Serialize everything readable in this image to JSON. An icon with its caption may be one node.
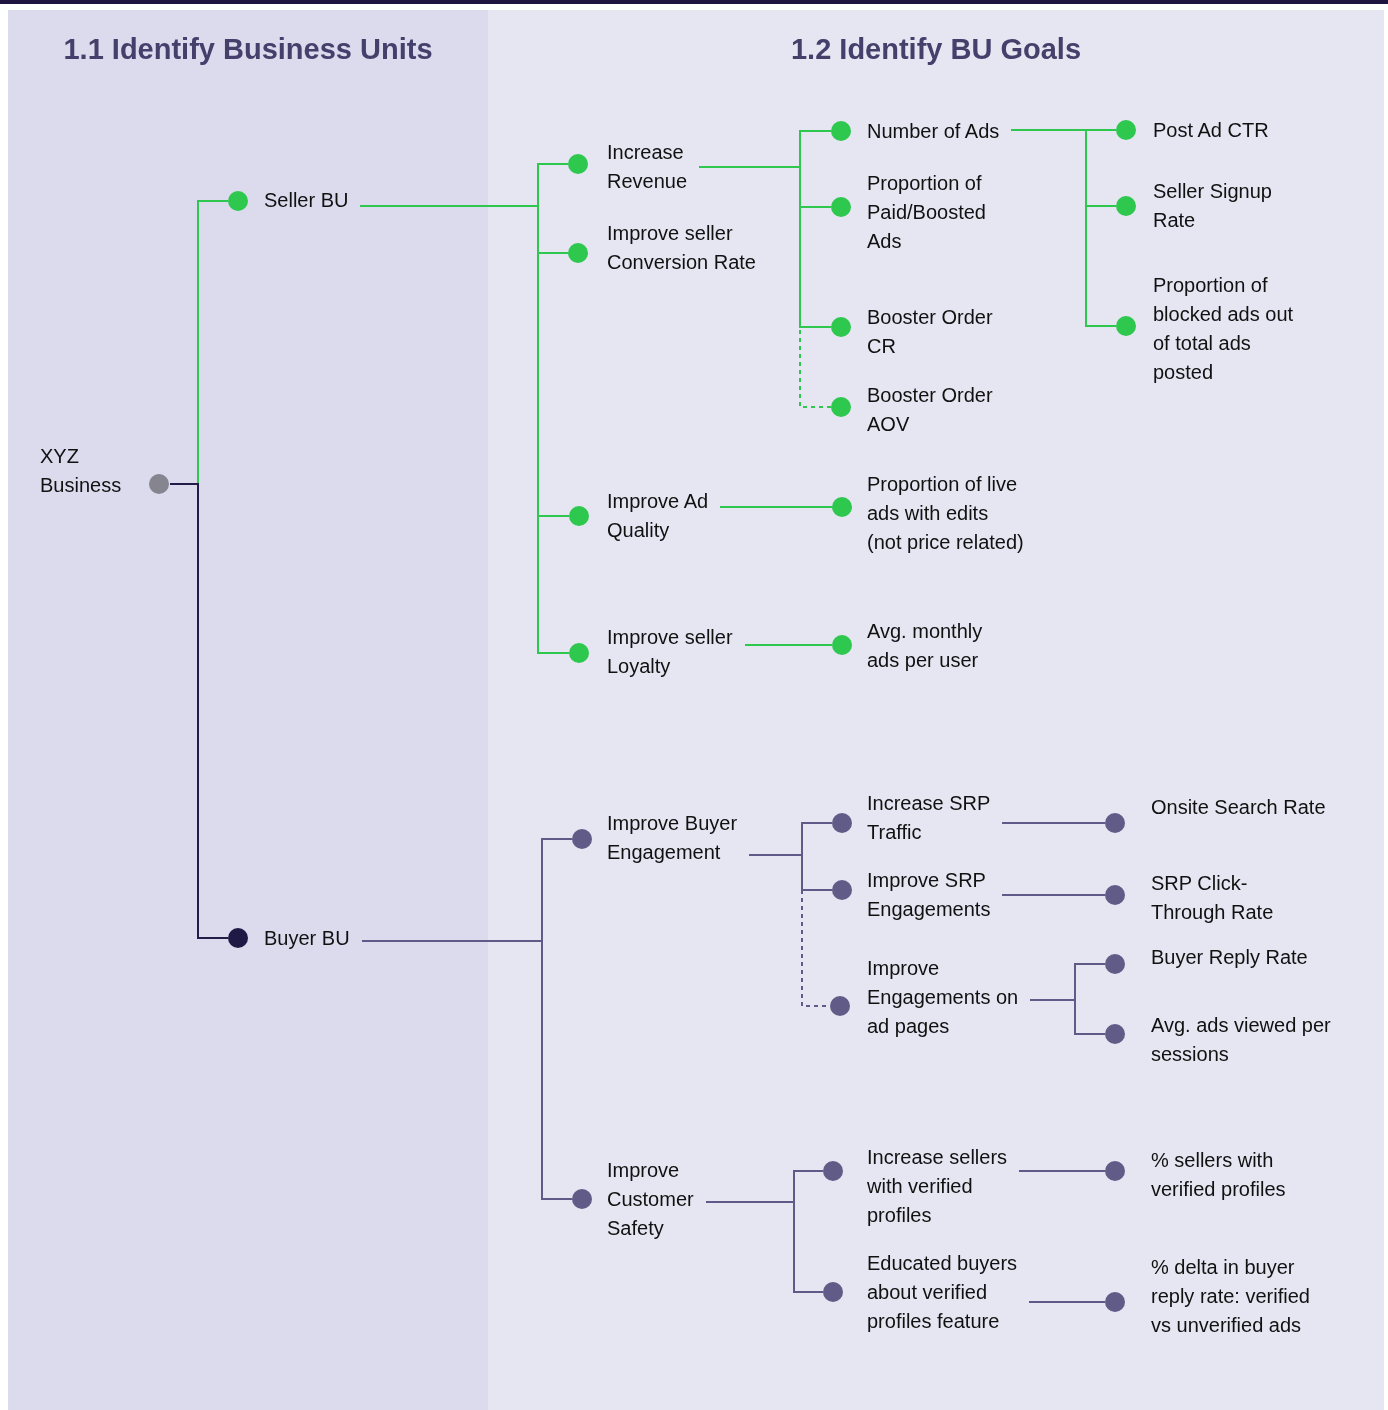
{
  "diagram": {
    "nodes": [
      {
        "text": [
          "1.1 Identify Business Units"
        ]
      },
      {
        "text": [
          "1.2 Identify BU Goals"
        ]
      },
      {
        "text": [
          "XYZ Business"
        ],
        "in": 0
      },
      {
        "text": [
          "Seller BU"
        ],
        "in": 0
      },
      {
        "text": [
          "Buyer BU"
        ],
        "in": 0
      },
      {
        "text": [
          "Increase Revenue"
        ],
        "in": 1
      },
      {
        "text": [
          "Improve seller Conversion Rate"
        ],
        "in": 1
      },
      {
        "text": [
          "Improve Ad Quality"
        ],
        "in": 1
      },
      {
        "text": [
          "Improve seller Loyalty"
        ],
        "in": 1
      },
      {
        "text": [
          "Number of Ads"
        ],
        "in": 1
      },
      {
        "text": [
          "Proportion of Paid/Boosted Ads"
        ],
        "in": 1
      },
      {
        "text": [
          "Booster Order CR"
        ],
        "in": 1
      },
      {
        "text": [
          "Booster Order AOV"
        ],
        "in": 1
      },
      {
        "text": [
          "Post Ad CTR"
        ],
        "in": 1
      },
      {
        "text": [
          "Seller Signup Rate"
        ],
        "in": 1
      },
      {
        "text": [
          "Proportion of blocked ads out of total ads posted"
        ],
        "in": 1
      },
      {
        "text": [
          "Proportion of live ads with edits (not price related)"
        ],
        "in": 1
      },
      {
        "text": [
          "Avg. monthly ads per user"
        ],
        "in": 1
      },
      {
        "text": [
          "Improve Buyer Engagement"
        ],
        "in": 1
      },
      {
        "text": [
          "Improve Customer Safety"
        ],
        "in": 1
      },
      {
        "text": [
          "Increase SRP Traffic"
        ],
        "in": 1
      },
      {
        "text": [
          "Improve SRP Engagements"
        ],
        "in": 1
      },
      {
        "text": [
          "Improve Engagements on ad pages"
        ],
        "in": 1
      },
      {
        "text": [
          "Onsite Search Rate"
        ],
        "in": 1
      },
      {
        "text": [
          "SRP Click-Through Rate"
        ],
        "in": 1
      },
      {
        "text": [
          "Buyer Reply Rate"
        ],
        "in": 1
      },
      {
        "text": [
          "Avg. ads viewed per sessions"
        ],
        "in": 1
      },
      {
        "text": [
          "Increase sellers with verified profiles"
        ],
        "in": 1
      },
      {
        "text": [
          "Educated buyers about verified profiles feature"
        ],
        "in": 1
      },
      {
        "text": [
          "% sellers with verified profiles"
        ],
        "in": 1
      },
      {
        "text": [
          "% delta in buyer reply rate: verified vs unverified ads"
        ],
        "in": 1
      }
    ],
    "edges": [
      {
        "from": 2,
        "to": 3,
        "arrow": "none"
      },
      {
        "from": 2,
        "to": 4,
        "arrow": "none",
        "color": "#231c48"
      },
      {
        "from": 3,
        "to": 5,
        "arrow": "none"
      },
      {
        "from": 3,
        "to": 6,
        "arrow": "none"
      },
      {
        "from": 3,
        "to": 7,
        "arrow": "none"
      },
      {
        "from": 3,
        "to": 8,
        "arrow": "none"
      },
      {
        "from": 5,
        "to": 9,
        "arrow": "none"
      },
      {
        "from": 5,
        "to": 10,
        "arrow": "none"
      },
      {
        "from": 5,
        "to": 11,
        "arrow": "none"
      },
      {
        "from": 5,
        "to": 12,
        "arrow": "none",
        "style": "dashed"
      },
      {
        "from": 9,
        "to": 13,
        "arrow": "none"
      },
      {
        "from": 9,
        "to": 14,
        "arrow": "none"
      },
      {
        "from": 9,
        "to": 15,
        "arrow": "none"
      },
      {
        "from": 7,
        "to": 16,
        "arrow": "none"
      },
      {
        "from": 8,
        "to": 17,
        "arrow": "none"
      },
      {
        "from": 4,
        "to": 18,
        "arrow": "none",
        "color": "#5f5b88"
      },
      {
        "from": 4,
        "to": 19,
        "arrow": "none",
        "color": "#5f5b88"
      },
      {
        "from": 18,
        "to": 20,
        "arrow": "none",
        "color": "#5f5b88"
      },
      {
        "from": 18,
        "to": 21,
        "arrow": "none",
        "color": "#5f5b88"
      },
      {
        "from": 18,
        "to": 22,
        "arrow": "none",
        "style": "dashed",
        "color": "#5f5b88"
      },
      {
        "from": 20,
        "to": 23,
        "arrow": "none",
        "color": "#5f5b88"
      },
      {
        "from": 21,
        "to": 24,
        "arrow": "none",
        "color": "#5f5b88"
      },
      {
        "from": 22,
        "to": 25,
        "arrow": "none",
        "color": "#5f5b88"
      },
      {
        "from": 22,
        "to": 26,
        "arrow": "none",
        "color": "#5f5b88"
      },
      {
        "from": 19,
        "to": 27,
        "arrow": "none",
        "color": "#5f5b88"
      },
      {
        "from": 19,
        "to": 28,
        "arrow": "none",
        "color": "#5f5b88"
      },
      {
        "from": 27,
        "to": 29,
        "arrow": "none",
        "color": "#5f5b88"
      },
      {
        "from": 28,
        "to": 30,
        "arrow": "none",
        "color": "#5f5b88"
      }
    ]
  }
}
